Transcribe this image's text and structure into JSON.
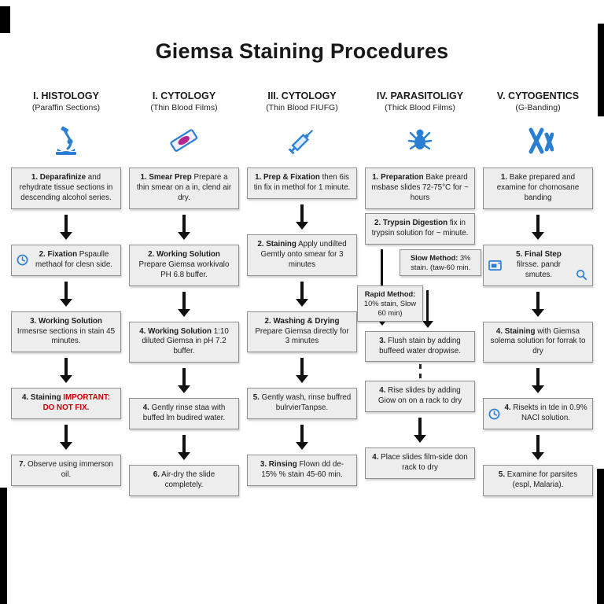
{
  "title": "Giemsa Staining Procedures",
  "colors": {
    "accent_blue": "#2a7fd4",
    "stain_magenta": "#b5258f",
    "warning_red": "#c40000"
  },
  "columns": [
    {
      "header": "I. HISTOLOGY",
      "subtitle": "(Paraffin Sections)",
      "icon": "microscope-icon",
      "steps": [
        {
          "title": "1. Deparafinize",
          "text": "and rehydrate tissue sections in descending alcohol series."
        },
        {
          "title": "2. Fixation",
          "text": "Pspaulle methaol for clesn side."
        },
        {
          "title": "3. Working Solution",
          "text": "Irmesrse sections in stain 45 minutes."
        },
        {
          "title": "4. Staining",
          "text": "IMPORTANT: DO NOT FIX."
        },
        {
          "title": "7.",
          "text": "Observe using immerson oil."
        }
      ]
    },
    {
      "header": "I. CYTOLOGY",
      "subtitle": "(Thin Blood Films)",
      "icon": "slide-icon",
      "steps": [
        {
          "title": "1. Smear Prep",
          "text": "Prepare a thin smear on a in, clend air dry."
        },
        {
          "title": "2. Working Solution",
          "text": "Prepare Giemsa workivalo PH 6.8 buffer."
        },
        {
          "title": "4. Working Solution",
          "text": "1:10 diluted Giemsa in pH 7.2 buffer."
        },
        {
          "title": "4.",
          "text": "Gently rinse staa with buffed lm budired water."
        },
        {
          "title": "6.",
          "text": "Air-dry the slide completely."
        }
      ]
    },
    {
      "header": "III. CYTOLOGY",
      "subtitle": "(Thin Blood FIUFG)",
      "icon": "syringe-icon",
      "steps": [
        {
          "title": "1. Prep & Fixation",
          "text": "then 6is tin fix in methol for 1 minute."
        },
        {
          "title": "2. Staining",
          "text": "Apply undilted Gemtly onto smear for 3 minutes"
        },
        {
          "title": "2. Washing & Drying",
          "text": "Prepare Giemsa directly for 3 minutes"
        },
        {
          "title": "5.",
          "text": "Gently wash, rinse buffred bulrvierTanpse."
        },
        {
          "title": "3. Rinsing",
          "text": "Flown dd de- 15% % stain 45-60 min."
        }
      ]
    },
    {
      "header": "IV. PARASITOLIGY",
      "subtitle": "(Thick Blood Films)",
      "icon": "parasite-icon",
      "steps": [
        {
          "title": "1. Preparation",
          "text": "Bake preard msbase slides 72-75°C for ~ hours"
        },
        {
          "title": "2. Trypsin Digestion",
          "text": "fix in trypsin solution for ~ minute."
        },
        {
          "title": "3.",
          "text": "Flush stain by adding buffeed water dropwise."
        },
        {
          "title": "4.",
          "text": "Rise slides by adding Giow on on a rack to dry"
        },
        {
          "title": "4.",
          "text": "Place slides film-side don rack to dry"
        }
      ],
      "branch": {
        "slow": {
          "title": "Slow Method:",
          "text": "3% stain. (taw-60 min."
        },
        "rapid": {
          "title": "Rapid Method:",
          "text": "10% stain, Slow 60 min)"
        }
      }
    },
    {
      "header": "V. CYTOGENTICS",
      "subtitle": "(G-Banding)",
      "icon": "chromosome-icon",
      "steps": [
        {
          "title": "1.",
          "text": "Bake prepared and examine for chomosane banding"
        },
        {
          "title": "5. Final Step",
          "text": "filrsse. pandr smutes."
        },
        {
          "title": "4. Staining",
          "text": "with Giemsa solema solution for forrak to dry"
        },
        {
          "title": "4.",
          "text": "Risekts in tde in 0.9% NACl solution."
        },
        {
          "title": "5.",
          "text": "Examine for parsites (espl, Malaria)."
        }
      ]
    }
  ]
}
